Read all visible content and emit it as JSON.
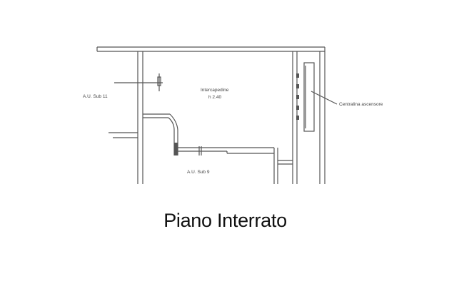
{
  "plan": {
    "title": "Piano Interrato",
    "labels": {
      "left_ref": "A.U. Sub 11",
      "room_name": "Intercapedine",
      "room_height": "h 2.40",
      "bottom_ref": "A.U. Sub 9",
      "right_ref": "Centralina ascensore"
    }
  },
  "colors": {
    "line": "#555555",
    "text": "#444444",
    "title": "#111111"
  }
}
